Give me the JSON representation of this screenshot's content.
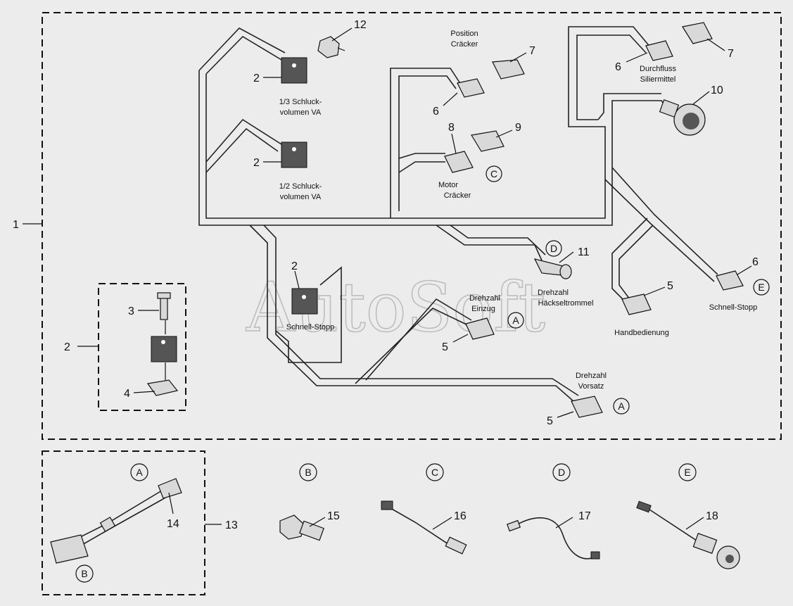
{
  "watermark": "AutoSoft",
  "labels": {
    "schluck13_a": "1/3 Schluck-",
    "schluck13_b": "volumen VA",
    "schluck12_a": "1/2 Schluck-",
    "schluck12_b": "volumen VA",
    "pos_a": "Position",
    "pos_b": "Cräcker",
    "motor_a": "Motor",
    "motor_b": "Cräcker",
    "durch_a": "Durchfluss",
    "durch_b": "Siliermittel",
    "schnellstopp_mid": "Schnell-Stopp",
    "schnellstopp_right": "Schnell-Stopp",
    "einzug_a": "Drehzahl",
    "einzug_b": "Einzug",
    "haeck_a": "Drehzahl",
    "haeck_b": "Häckseltrommel",
    "hand": "Handbedienung",
    "vorsatz_a": "Drehzahl",
    "vorsatz_b": "Vorsatz"
  },
  "callouts": {
    "n1": "1",
    "n2a": "2",
    "n2b": "2",
    "n2c": "2",
    "n2d": "2",
    "n3": "3",
    "n4": "4",
    "n5a": "5",
    "n5b": "5",
    "n5c": "5",
    "n6a": "6",
    "n6b": "6",
    "n6c": "6",
    "n7a": "7",
    "n7b": "7",
    "n8": "8",
    "n9": "9",
    "n10": "10",
    "n11": "11",
    "n12": "12",
    "n13": "13",
    "n14": "14",
    "n15": "15",
    "n16": "16",
    "n17": "17",
    "n18": "18"
  },
  "circled": {
    "cA1": "A",
    "cA2": "A",
    "cC": "C",
    "cD": "D",
    "cE": "E",
    "bA": "A",
    "bB1": "B",
    "bC": "C",
    "bD": "D",
    "bE": "E",
    "bB2": "B"
  }
}
